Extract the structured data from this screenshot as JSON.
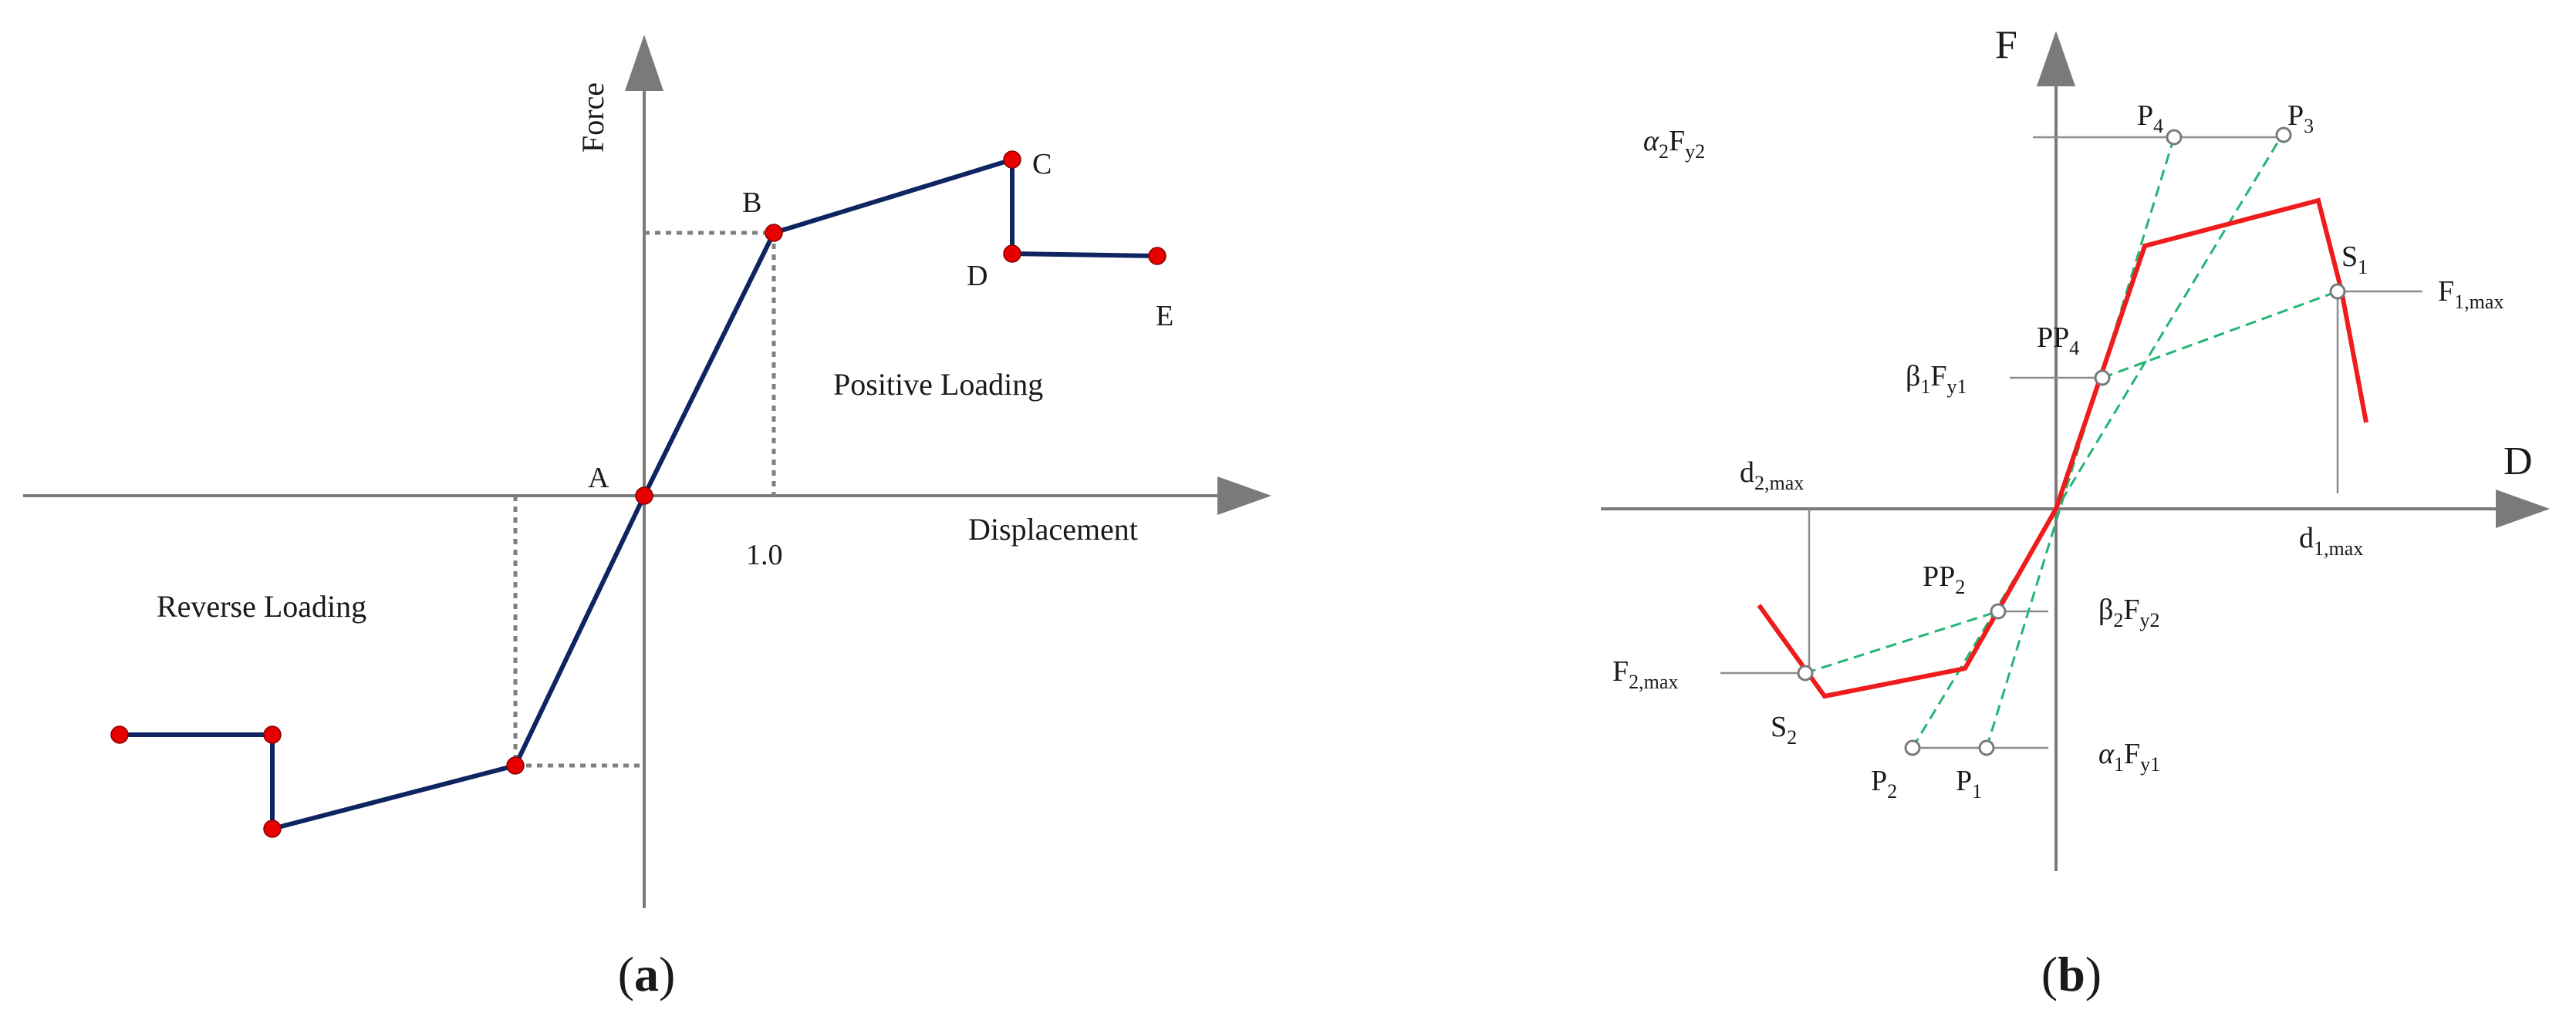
{
  "colors": {
    "axis": "#7a7a7a",
    "backbone_a": "#0e2561",
    "point_a": "#e60000",
    "backbone_b": "#ee1c1c",
    "dashed_b": "#22b573",
    "guide": "#8c8c8c",
    "dotted": "#7f7f7f",
    "hollow_point": "#7a7a7a"
  },
  "panel_a": {
    "caption": {
      "open": "(",
      "letter": "a",
      "close": ")"
    },
    "y_axis_label": "Force",
    "x_axis_label": "Displacement",
    "tick_label": "1.0",
    "region_positive": "Positive Loading",
    "region_reverse": "Reverse Loading",
    "point_labels": [
      "A",
      "B",
      "C",
      "D",
      "E"
    ]
  },
  "panel_b": {
    "caption": {
      "open": "(",
      "letter": "b",
      "close": ")"
    },
    "y_axis_label": "F",
    "x_axis_label": "D",
    "labels": {
      "alpha2": {
        "main": "α",
        "s1": "2",
        "mid": "F",
        "s2": "y2"
      },
      "beta1": {
        "main": "β",
        "s1": "1",
        "mid": "F",
        "s2": "y1"
      },
      "beta2": {
        "main": "β",
        "s1": "2",
        "mid": "F",
        "s2": "y2"
      },
      "alpha1": {
        "main": "α",
        "s1": "1",
        "mid": "F",
        "s2": "y1"
      },
      "F1max": {
        "main": "F",
        "sub": "1,max"
      },
      "F2max": {
        "main": "F",
        "sub": "2,max"
      },
      "d1max": {
        "main": "d",
        "sub": "1,max"
      },
      "d2max": {
        "main": "d",
        "sub": "2,max"
      },
      "S1": {
        "main": "S",
        "sub": "1"
      },
      "S2": {
        "main": "S",
        "sub": "2"
      },
      "P4": {
        "main": "P",
        "sub": "4"
      },
      "P3": {
        "main": "P",
        "sub": "3"
      },
      "PP4": {
        "main": "PP",
        "sub": "4"
      },
      "PP2": {
        "main": "PP",
        "sub": "2"
      },
      "P2": {
        "main": "P",
        "sub": "2"
      },
      "P1": {
        "main": "P",
        "sub": "1"
      }
    }
  }
}
